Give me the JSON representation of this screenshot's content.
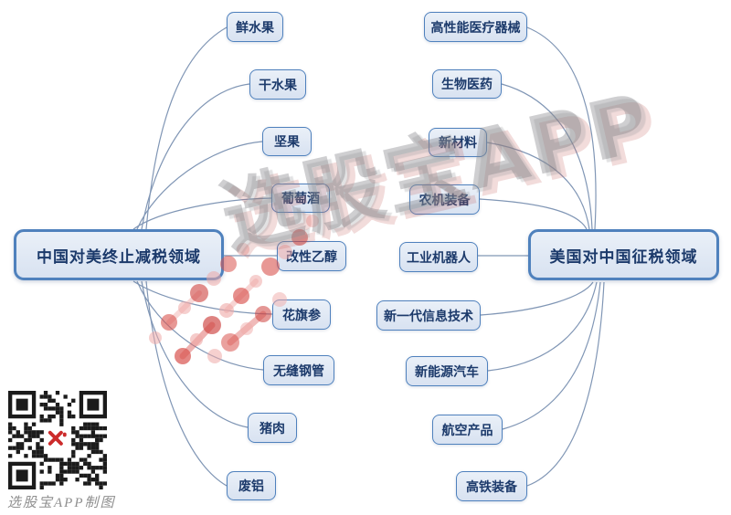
{
  "diagram": {
    "left_root": "中国对美终止减税领域",
    "right_root": "美国对中国征税领域",
    "left_items": [
      "鲜水果",
      "干水果",
      "坚果",
      "葡萄酒",
      "改性乙醇",
      "花旗参",
      "无缝钢管",
      "猪肉",
      "废铝"
    ],
    "right_items": [
      "高性能医疗器械",
      "生物医药",
      "新材料",
      "农机装备",
      "工业机器人",
      "新一代信息技术",
      "新能源汽车",
      "航空产品",
      "高铁装备"
    ]
  },
  "watermark": {
    "text": "选股宝APP",
    "caption": "选股宝APP制图"
  },
  "colors": {
    "node-border": "#4f81bd",
    "node-fill": "#d8e2f1",
    "node-fill-light": "#eaf0f8",
    "node-text": "#1c3a6b",
    "line": "#8096b5",
    "watermark-red": "#c0504d",
    "qr-red": "#cc2b2b",
    "dot-red-dark": "#d9534f",
    "dot-red-light": "#efa9a7"
  }
}
